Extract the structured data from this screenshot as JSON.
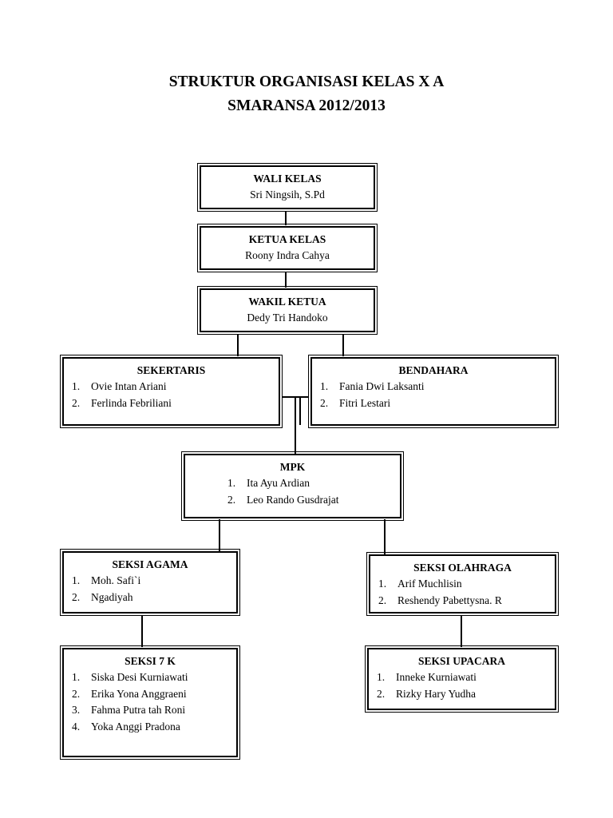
{
  "title": {
    "line1": "STRUKTUR ORGANISASI KELAS X A",
    "line2": "SMARANSA 2012/2013"
  },
  "wali_kelas": {
    "role": "WALI KELAS",
    "name": "Sri Ningsih, S.Pd"
  },
  "ketua_kelas": {
    "role": "KETUA KELAS",
    "name": "Roony Indra Cahya"
  },
  "wakil_ketua": {
    "role": "WAKIL KETUA",
    "name": "Dedy Tri Handoko"
  },
  "sekertaris": {
    "role": "SEKERTARIS",
    "members": [
      {
        "num": "1.",
        "name": "Ovie Intan Ariani"
      },
      {
        "num": "2.",
        "name": "Ferlinda Febriliani"
      }
    ]
  },
  "bendahara": {
    "role": "BENDAHARA",
    "members": [
      {
        "num": "1.",
        "name": "Fania Dwi Laksanti"
      },
      {
        "num": "2.",
        "name": "Fitri Lestari"
      }
    ]
  },
  "mpk": {
    "role": "MPK",
    "members": [
      {
        "num": "1.",
        "name": "Ita Ayu Ardian"
      },
      {
        "num": "2.",
        "name": "Leo Rando Gusdrajat"
      }
    ]
  },
  "seksi_agama": {
    "role": "SEKSI AGAMA",
    "members": [
      {
        "num": "1.",
        "name": "Moh. Safi`i"
      },
      {
        "num": "2.",
        "name": "Ngadiyah"
      }
    ]
  },
  "seksi_olahraga": {
    "role": "SEKSI OLAHRAGA",
    "members": [
      {
        "num": "1.",
        "name": "Arif Muchlisin"
      },
      {
        "num": "2.",
        "name": "Reshendy Pabettysna. R"
      }
    ]
  },
  "seksi_7k": {
    "role": "SEKSI 7 K",
    "members": [
      {
        "num": "1.",
        "name": "Siska Desi Kurniawati"
      },
      {
        "num": "2.",
        "name": "Erika Yona Anggraeni"
      },
      {
        "num": "3.",
        "name": "Fahma Putra tah Roni"
      },
      {
        "num": "4.",
        "name": "Yoka Anggi Pradona"
      }
    ]
  },
  "seksi_upacara": {
    "role": "SEKSI UPACARA",
    "members": [
      {
        "num": "1.",
        "name": "Inneke Kurniawati"
      },
      {
        "num": "2.",
        "name": "Rizky Hary Yudha"
      }
    ]
  }
}
